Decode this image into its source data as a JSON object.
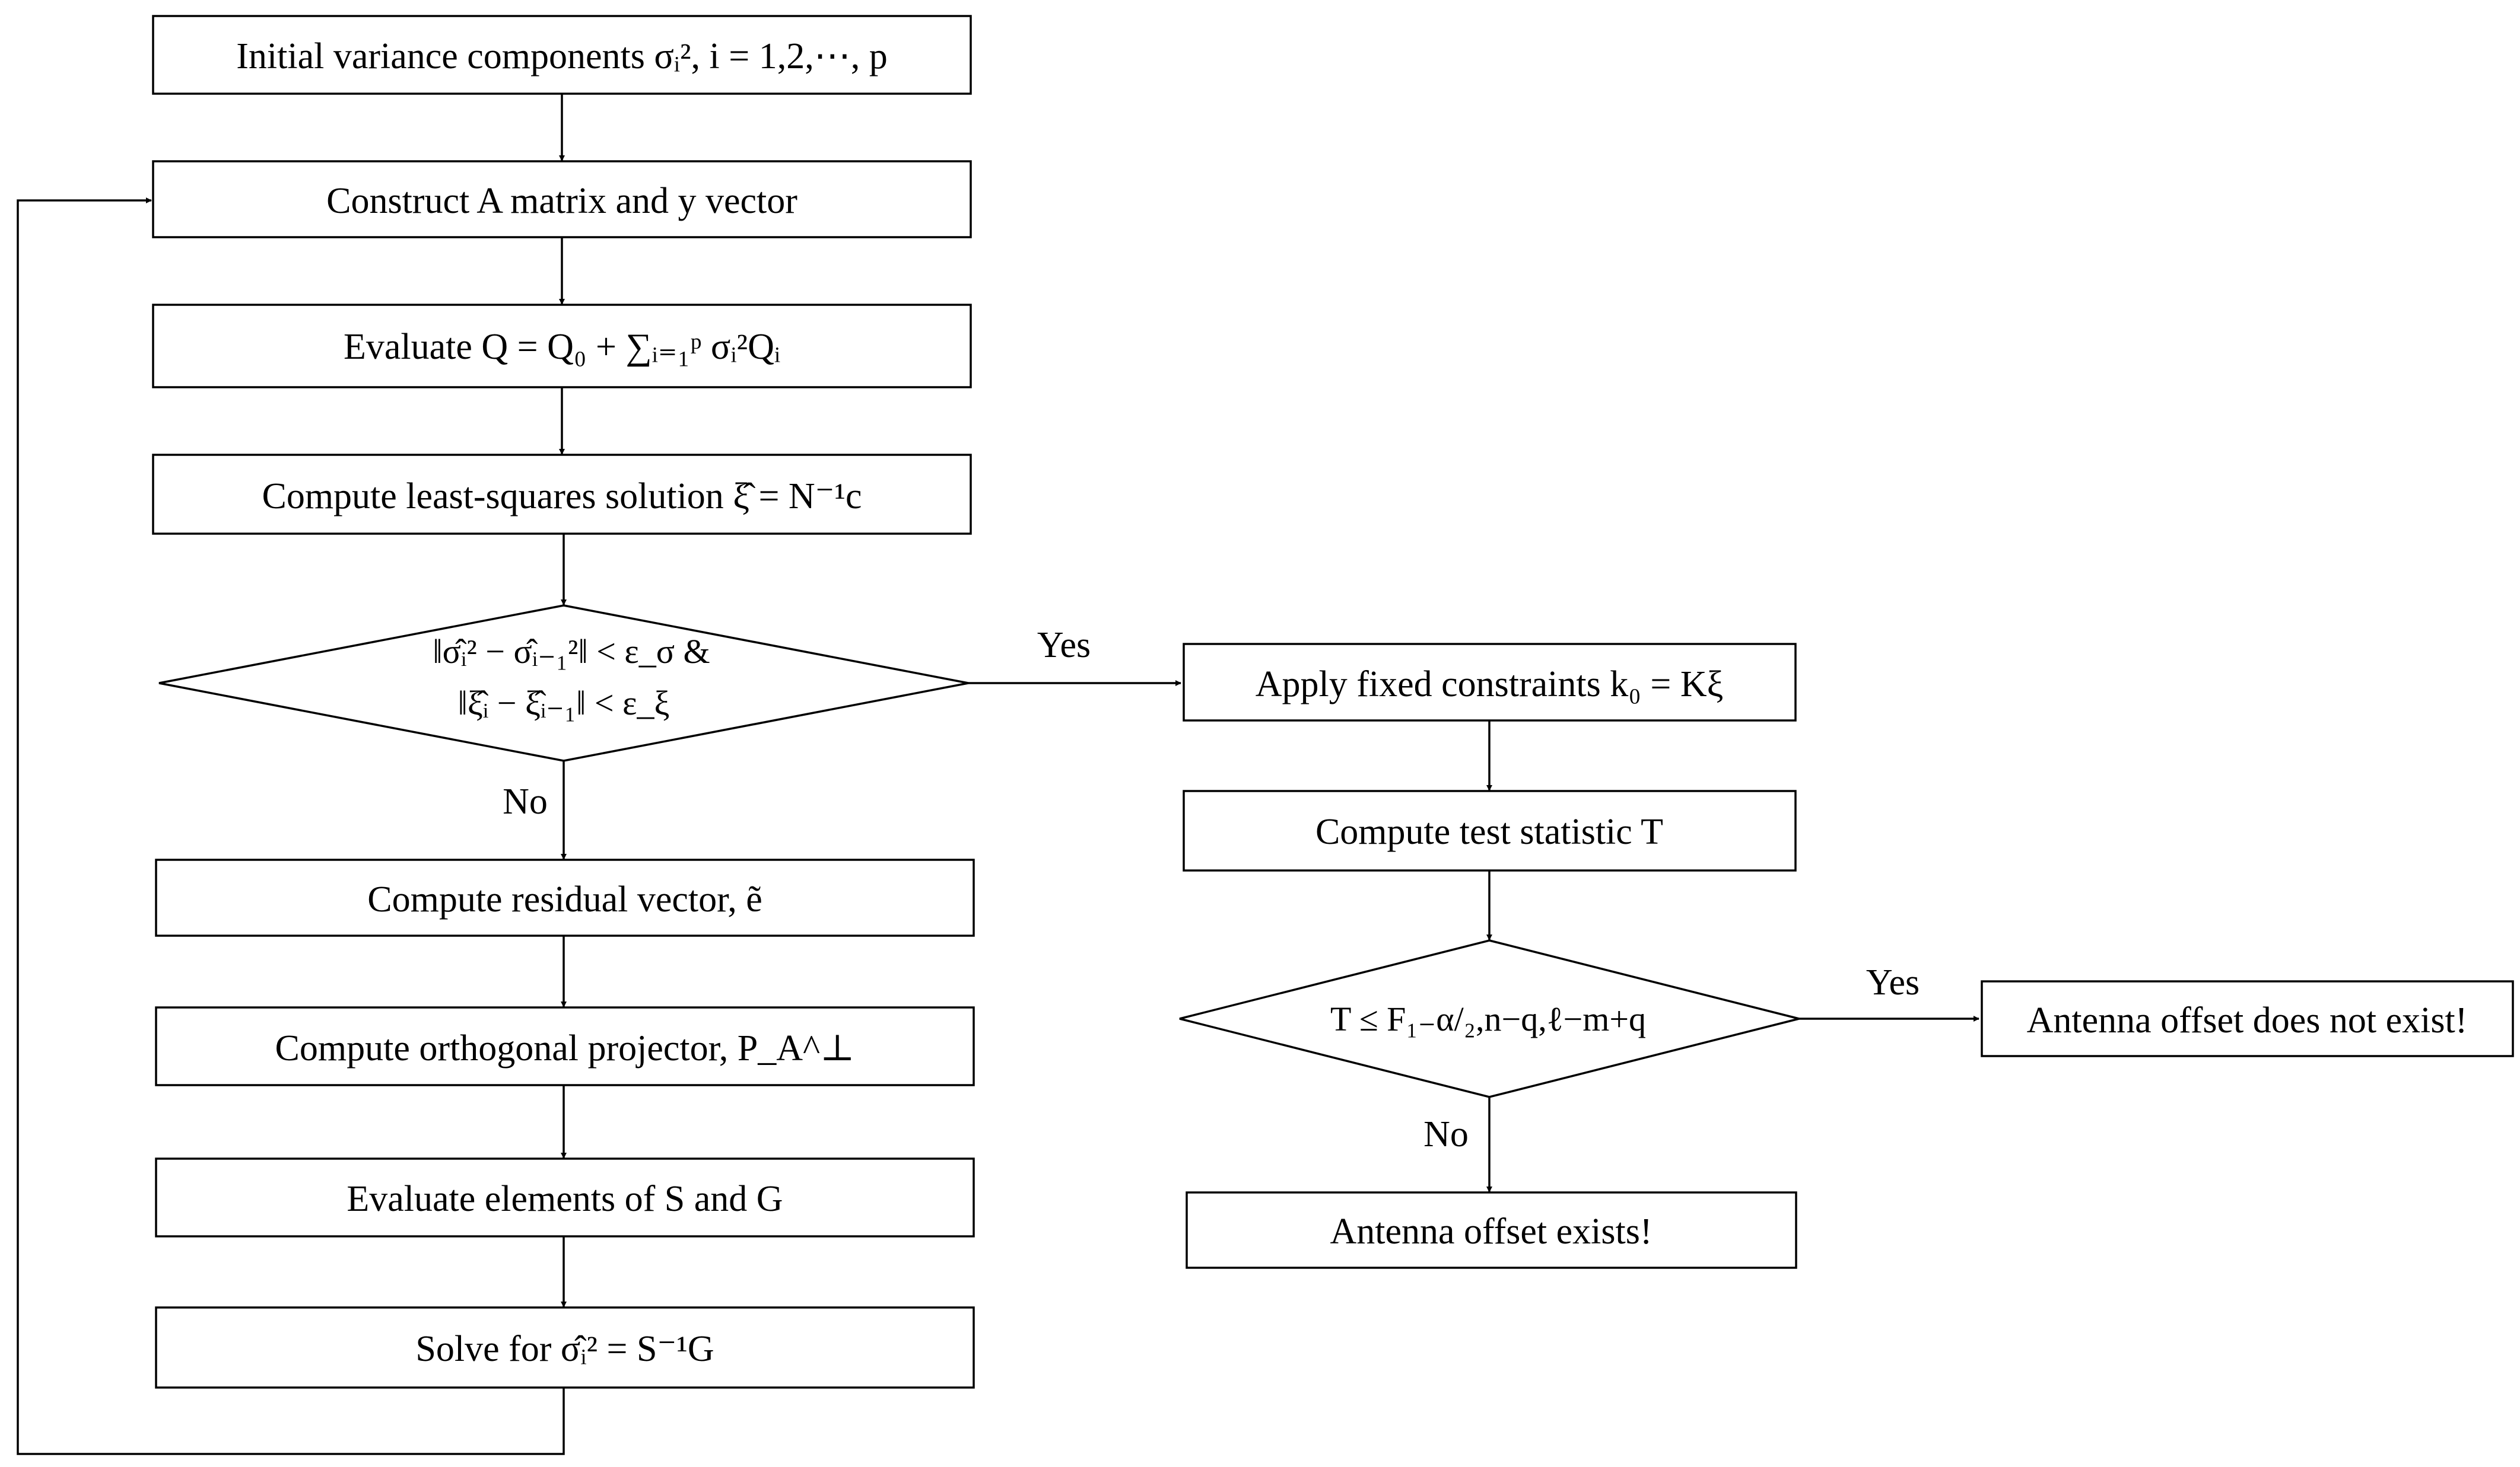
{
  "nodes": {
    "init": {
      "text": "Initial variance components σᵢ², i = 1,2,⋯, p"
    },
    "construct": {
      "text": "Construct A matrix and y vector"
    },
    "evaluate_q": {
      "text": "Evaluate Q = Q₀ + ∑ᵢ₌₁ᵖ σᵢ²Qᵢ"
    },
    "least_squares": {
      "text": "Compute least-squares solution ξ̂ = N⁻¹c"
    },
    "convergence_check": {
      "line1": "‖σ̂ᵢ² − σ̂ᵢ₋₁²‖ < ε_σ &",
      "line2": "‖ξ̂ᵢ − ξ̂ᵢ₋₁‖ < ε_ξ"
    },
    "residual": {
      "text": "Compute residual vector, ẽ"
    },
    "projector": {
      "text": "Compute orthogonal projector, P_A^⊥"
    },
    "elements": {
      "text": "Evaluate elements of S and G"
    },
    "solve": {
      "text": "Solve for σ̂ᵢ² = S⁻¹G"
    },
    "apply_constraints": {
      "text": "Apply fixed constraints k₀ = Kξ"
    },
    "test_statistic": {
      "text": "Compute test statistic T"
    },
    "hypothesis_test": {
      "text": "T ≤ F₁₋α/₂,n−q,ℓ−m+q"
    },
    "no_offset": {
      "text": "Antenna offset does not exist!"
    },
    "offset_exists": {
      "text": "Antenna offset exists!"
    }
  },
  "edge_labels": {
    "convergence_yes": "Yes",
    "convergence_no": "No",
    "test_yes": "Yes",
    "test_no": "No"
  }
}
